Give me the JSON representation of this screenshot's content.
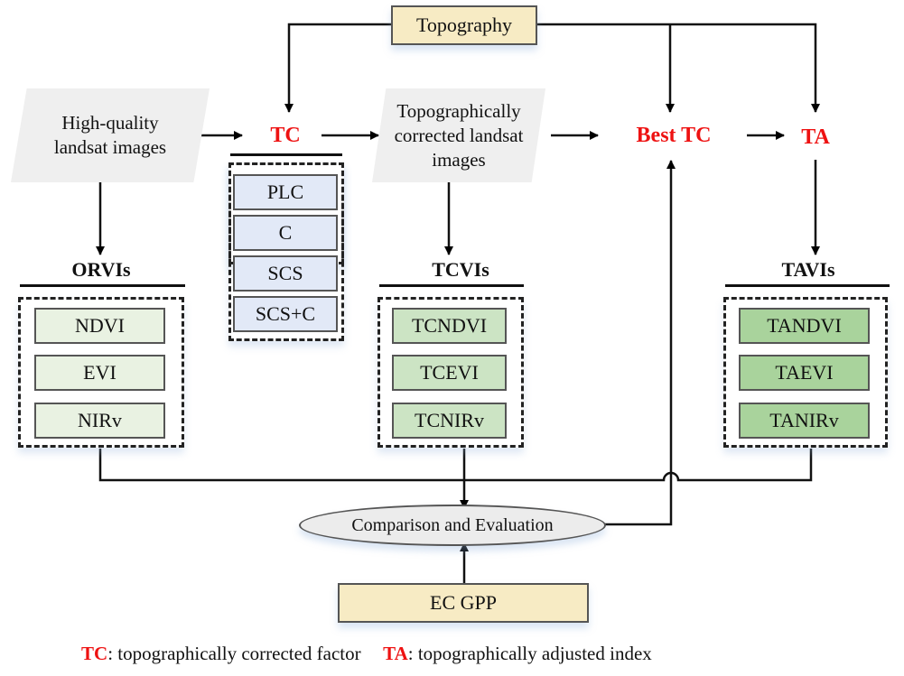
{
  "diagram": {
    "inputs": {
      "landsat": "High-quality landsat images",
      "topography": "Topography",
      "ec_gpp": "EC GPP"
    },
    "processes": {
      "tc": "TC",
      "corrected_images": "Topographically corrected landsat images",
      "best_tc": "Best TC",
      "ta": "TA",
      "evaluation": "Comparison and Evaluation"
    },
    "tc_methods": [
      "PLC",
      "C",
      "SCS",
      "SCS+C"
    ],
    "groups": {
      "orvis": {
        "title": "ORVIs",
        "items": [
          "NDVI",
          "EVI",
          "NIRv"
        ]
      },
      "tcvis": {
        "title": "TCVIs",
        "items": [
          "TCNDVI",
          "TCEVI",
          "TCNIRv"
        ]
      },
      "tavis": {
        "title": "TAVIs",
        "items": [
          "TANDVI",
          "TAEVI",
          "TANIRv"
        ]
      }
    },
    "legend": {
      "tc_key": "TC",
      "tc_desc": ": topographically corrected factor",
      "ta_key": "TA",
      "ta_desc": ":  topographically adjusted index"
    },
    "colors": {
      "highlight_red": "#ee1111",
      "input_tan": "#f7ebc4",
      "method_blue": "#e2e9f7",
      "orvi_green": "#e9f2e2",
      "tcvi_green": "#cce4c4",
      "tavi_green": "#a9d39c"
    }
  }
}
